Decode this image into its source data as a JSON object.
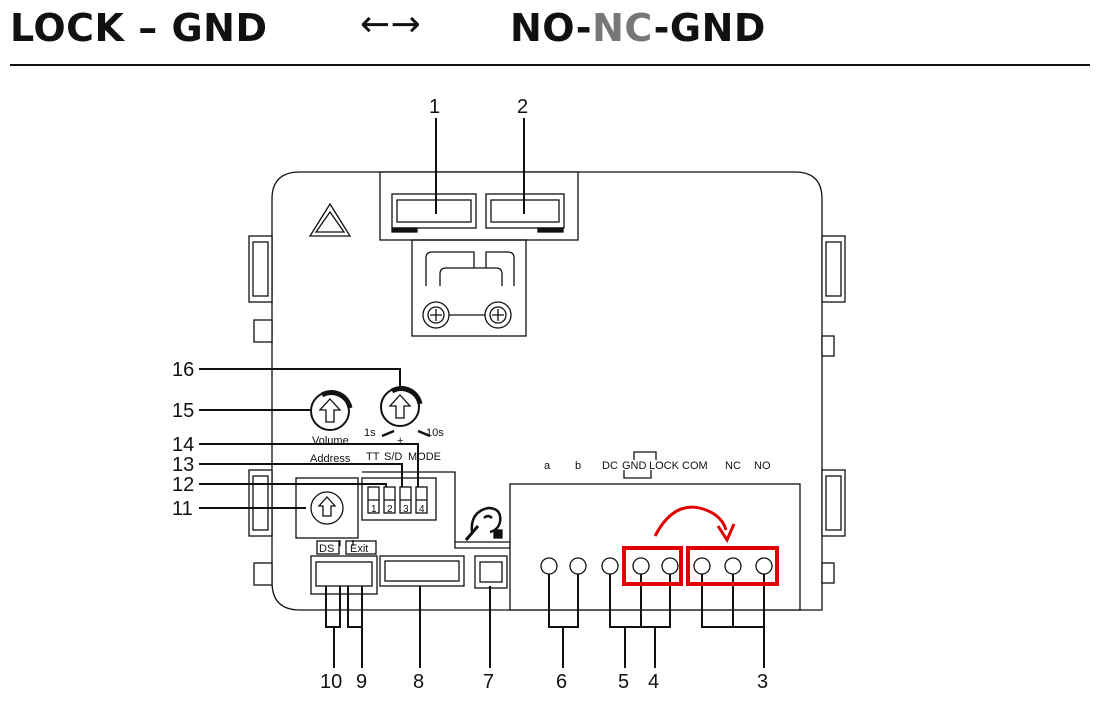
{
  "header": {
    "left": "LOCK – GND",
    "arrows": "←→",
    "right_no": "NO-",
    "right_nc": "NC",
    "right_gnd": "-GND"
  },
  "callouts": [
    "1",
    "2",
    "3",
    "4",
    "5",
    "6",
    "7",
    "8",
    "9",
    "10",
    "11",
    "12",
    "13",
    "14",
    "15",
    "16"
  ],
  "labels": {
    "volume": "Volume",
    "address": "Address",
    "t1s": "1s",
    "t10s": "10s",
    "plus": "+",
    "tt": "TT",
    "sd": "S/D",
    "mode": "MODE",
    "ds": "DS",
    "exit": "Exit",
    "a": "a",
    "b": "b",
    "dc": "DC",
    "gnd": "GND",
    "lock": "LOCK",
    "com": "COM",
    "nc": "NC",
    "no": "NO",
    "dip1": "1",
    "dip2": "2",
    "dip3": "3",
    "dip4": "4"
  },
  "colors": {
    "highlight": "#e00000",
    "line": "#111111"
  },
  "icons": [
    "warning-triangle-icon",
    "hearing-loop-icon",
    "arrow-up-knob-icon",
    "curved-arrow-icon"
  ]
}
